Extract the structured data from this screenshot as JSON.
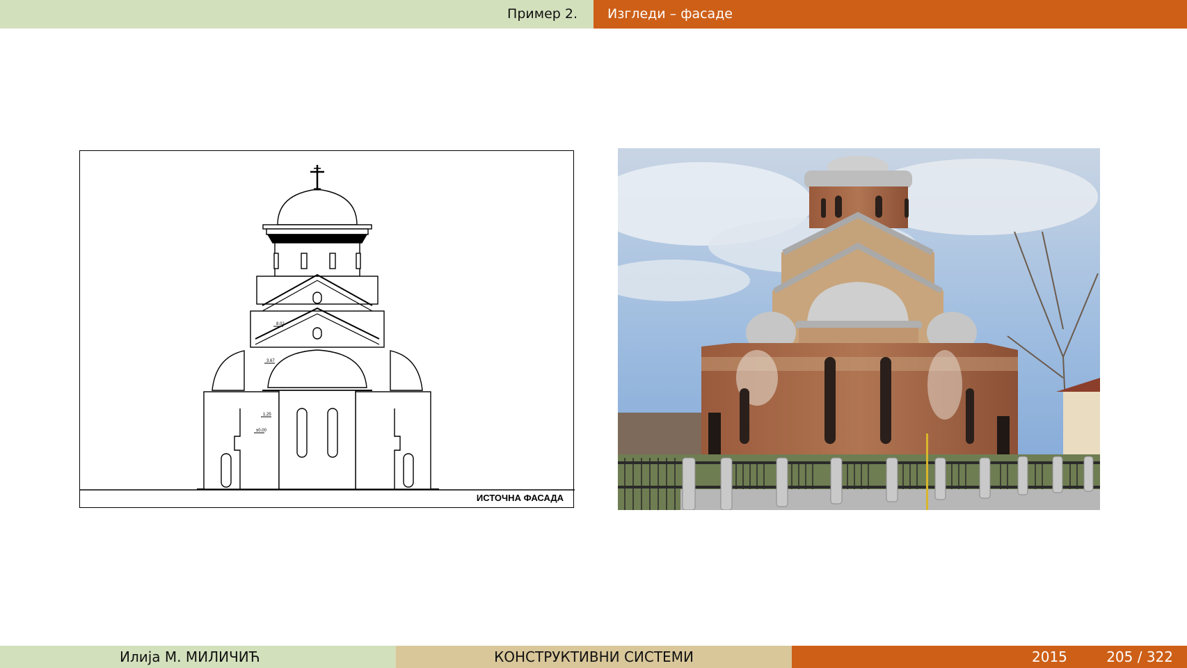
{
  "header": {
    "section": "Пример 2.",
    "title": "Изгледи – фасаде"
  },
  "drawing": {
    "caption": "ИСТОЧНА ФАСАДА",
    "levels": [
      "8.02",
      "3.67",
      "1.25",
      "±0.00"
    ]
  },
  "photo": {
    "alt": "church-photo"
  },
  "footer": {
    "author": "Илија М. МИЛИЧИЋ",
    "course": "КОНСТРУКТИВНИ СИСТЕМИ",
    "year": "2015",
    "page": "205 / 322"
  },
  "colors": {
    "green": "#d3e0bc",
    "orange": "#cd5f17",
    "tan": "#d9c79a"
  }
}
